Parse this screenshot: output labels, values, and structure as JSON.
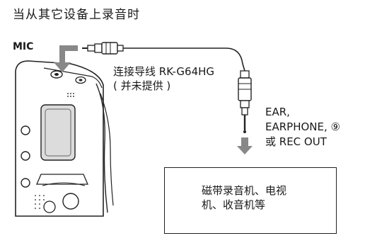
{
  "title": "当从其它设备上录音时",
  "mic_label": "MIC",
  "cable": {
    "line1": "连接导线 RK-G64HG",
    "line2": "( 并未提供 )"
  },
  "jack": {
    "line1": "EAR,",
    "line2": "EARPHONE, ⑨",
    "line3": "或 REC OUT"
  },
  "device": {
    "line1": "磁带录音机、电视",
    "line2": "机、收音机等"
  },
  "colors": {
    "arrow": "#888888",
    "line": "#222222",
    "recorder_screen": "#dcdcdc"
  }
}
